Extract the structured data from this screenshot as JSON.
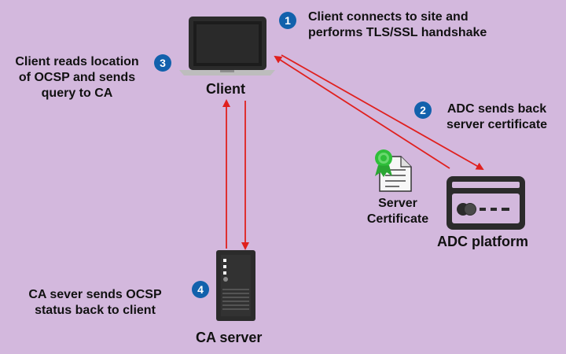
{
  "colors": {
    "background": "#d3b8dd",
    "arrow": "#e0201e",
    "badge": "#1261ac",
    "device": "#2b2b2b",
    "ribbon": "#2fbf3a"
  },
  "nodes": {
    "client": {
      "label": "Client",
      "icon": "laptop-icon"
    },
    "adc": {
      "label": "ADC platform",
      "icon": "credit-card-icon"
    },
    "ca": {
      "label": "CA server",
      "icon": "server-tower-icon"
    },
    "certificate": {
      "label_lines": [
        "Server",
        "Certificate"
      ],
      "icon": "certificate-document-icon"
    }
  },
  "steps": [
    {
      "number": "1",
      "lines": [
        "Client connects to site and",
        "performs TLS/SSL handshake"
      ]
    },
    {
      "number": "2",
      "lines": [
        "ADC sends back",
        "server certificate"
      ]
    },
    {
      "number": "3",
      "lines": [
        "Client reads location",
        "of OCSP and sends",
        "query to CA"
      ]
    },
    {
      "number": "4",
      "lines": [
        "CA sever sends OCSP",
        "status back to client"
      ]
    }
  ]
}
